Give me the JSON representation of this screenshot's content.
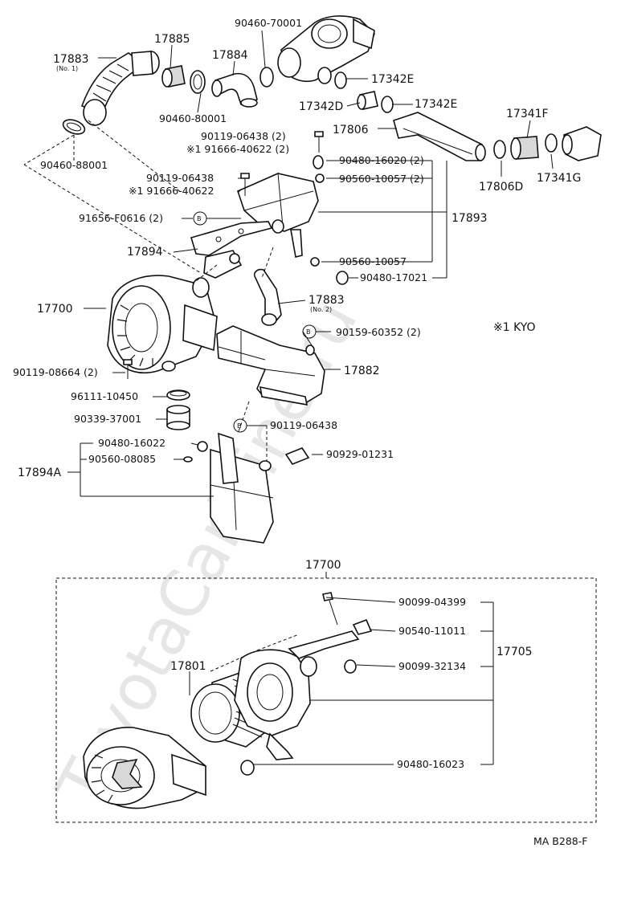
{
  "labels": {
    "p17883": "17883",
    "p17883_no1": "(No. 1)",
    "p17885": "17885",
    "p90460_70001": "90460-70001",
    "p17884": "17884",
    "p17342e_a": "17342E",
    "p17342d": "17342D",
    "p17342e_b": "17342E",
    "p17341f": "17341F",
    "p90460_80001": "90460-80001",
    "p17806": "17806",
    "p90119_06438_2": "90119-06438 (2)",
    "p91666_40622_2": "※1 91666-40622 (2)",
    "p90460_88001": "90460-88001",
    "p90480_16020": "90480-16020 (2)",
    "p17806d": "17806D",
    "p17341g": "17341G",
    "p90119_06438": "90119-06438",
    "p90560_10057_2": "90560-10057 (2)",
    "p91666_40622": "※1 91666-40622",
    "p91656_f0616": "91656-F0616 (2)",
    "p17893": "17893",
    "p17894": "17894",
    "p90560_10057": "90560-10057",
    "p90480_17021": "90480-17021",
    "p17700_top": "17700",
    "p17883_no2": "17883",
    "p17883_no2_sub": "(No. 2)",
    "p90159_60352": "90159-60352 (2)",
    "kyo": "※1 KYO",
    "p90119_08664": "90119-08664 (2)",
    "p17882": "17882",
    "p96111_10450": "96111-10450",
    "p90339_37001": "90339-37001",
    "p90119_06438_b": "90119-06438",
    "p90480_16022": "90480-16022",
    "p90560_08085": "90560-08085",
    "p17894a": "17894A",
    "p90929_01231": "90929-01231",
    "p17700_box": "17700",
    "p90099_04399": "90099-04399",
    "p17801": "17801",
    "p90540_11011": "90540-11011",
    "p17705": "17705",
    "p90099_32134": "90099-32134",
    "p90480_16023": "90480-16023",
    "ref_code": "MA B288-F",
    "b_marker": "B",
    "watermark": "ToyotaCarMine.ru"
  }
}
